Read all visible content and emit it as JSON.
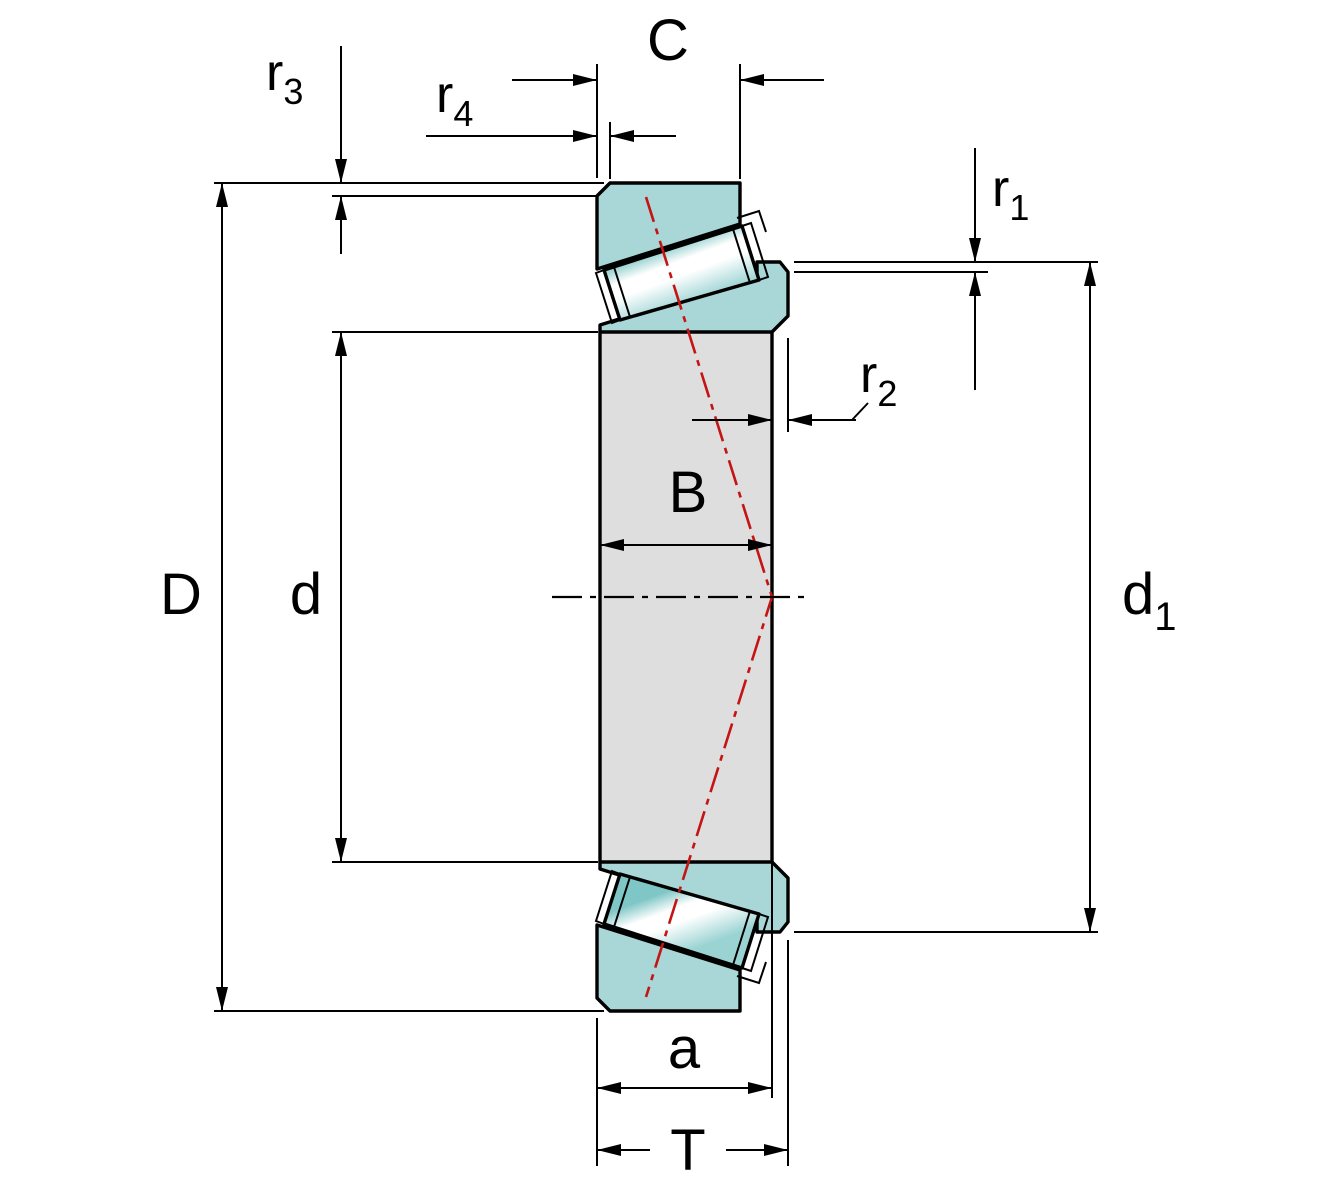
{
  "labels": {
    "D": "D",
    "d": "d",
    "C": "C",
    "B": "B",
    "a": "a",
    "T": "T",
    "d1": {
      "base": "d",
      "sub": "1"
    },
    "r1": {
      "base": "r",
      "sub": "1"
    },
    "r2": {
      "base": "r",
      "sub": "2"
    },
    "r3": {
      "base": "r",
      "sub": "3"
    },
    "r4": {
      "base": "r",
      "sub": "4"
    }
  },
  "colors": {
    "ring": "#a9d6d6",
    "bore_surface": "#dedede",
    "roller_shade": "#7fc6c6",
    "roller_light": "#ffffff",
    "roller_base": "#9bd3d3",
    "pressure_line": "#c41414",
    "outline": "#000000"
  }
}
